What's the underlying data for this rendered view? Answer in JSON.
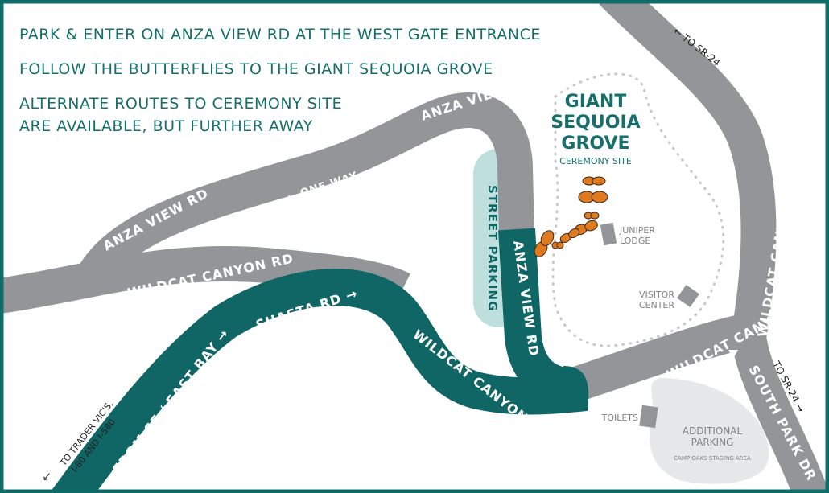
{
  "instructions": [
    "PARK & ENTER ON ANZA VIEW RD AT THE WEST GATE ENTRANCE",
    "FOLLOW THE BUTTERFLIES TO THE GIANT SEQUOIA GROVE",
    "ALTERNATE ROUTES TO CEREMONY SITE",
    "ARE AVAILABLE, BUT FURTHER AWAY"
  ],
  "grove": {
    "title1": "GIANT",
    "title2": "SEQUOIA",
    "title3": "GROVE",
    "subtitle": "CEREMONY SITE"
  },
  "roads": {
    "anza_top": "ANZA VIEW RD",
    "anza_left": "ANZA VIEW RD",
    "one_way": "← ONE WAY",
    "wildcat_west": "WILDCAT CANYON RD",
    "shasta": "SHASTA RD →",
    "from_sf": "FROM SF / EAST BAY →",
    "wildcat_teal": "WILDCAT CANYON RD",
    "anza_teal": "ANZA VIEW RD",
    "wildcat_east": "WILDCAT CANYON RD",
    "wildcat_east2": "WILDCAT CANYON RD",
    "south_park": "SOUTH PARK DR",
    "street_parking": "STREET  PARKING"
  },
  "places": {
    "juniper1": "JUNIPER",
    "juniper2": "LODGE",
    "visitor1": "VISITOR",
    "visitor2": "CENTER",
    "toilets": "TOILETS",
    "parking1": "ADDITIONAL",
    "parking2": "PARKING",
    "parking_sub": "CAMP OAKS STAGING AREA"
  },
  "directions": {
    "sr24_top": "← TO SR-24",
    "sr24_right": "TO SR-24 →",
    "trader1": "TO TRADER VIC'S,",
    "trader2": "I-80 AND I-580"
  },
  "colors": {
    "teal": "#0f6664",
    "road": "#939598",
    "parking": "#bfdede",
    "frame": "#0f6b68"
  }
}
